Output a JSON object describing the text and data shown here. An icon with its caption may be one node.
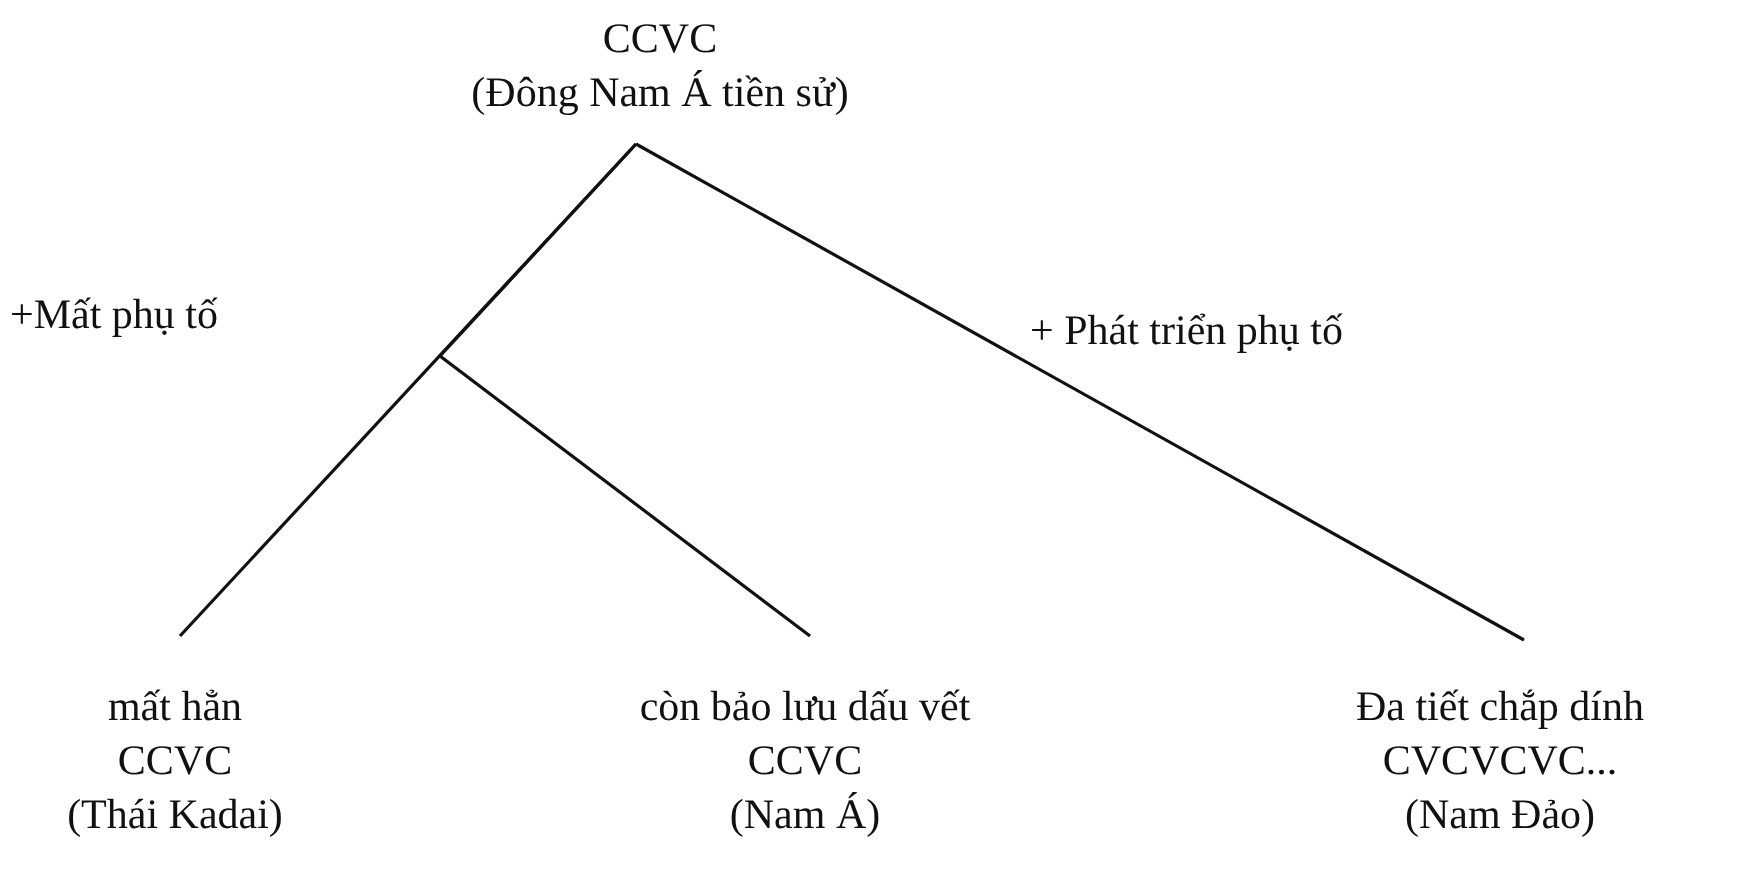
{
  "diagram": {
    "nodes": [
      {
        "text": [
          "CCVC",
          "(Đông Nam Á tiền sử)"
        ]
      },
      {
        "text": [
          "mất hẳn",
          "CCVC",
          "(Thái Kadai)"
        ]
      },
      {
        "text": [
          "còn bảo lưu dấu vết",
          "CCVC",
          "(Nam Á)"
        ]
      },
      {
        "text": [
          "Đa tiết chắp dính",
          "CVCVCVC...",
          "(Nam Đảo)"
        ]
      }
    ],
    "edges": [
      {
        "from": 0,
        "to": 1,
        "arrow": "none",
        "label": "+Mất phụ tố"
      },
      {
        "from": 0,
        "to": 2,
        "arrow": "none"
      },
      {
        "from": 0,
        "to": 3,
        "arrow": "none",
        "label": "+ Phát triển phụ tố"
      }
    ]
  }
}
